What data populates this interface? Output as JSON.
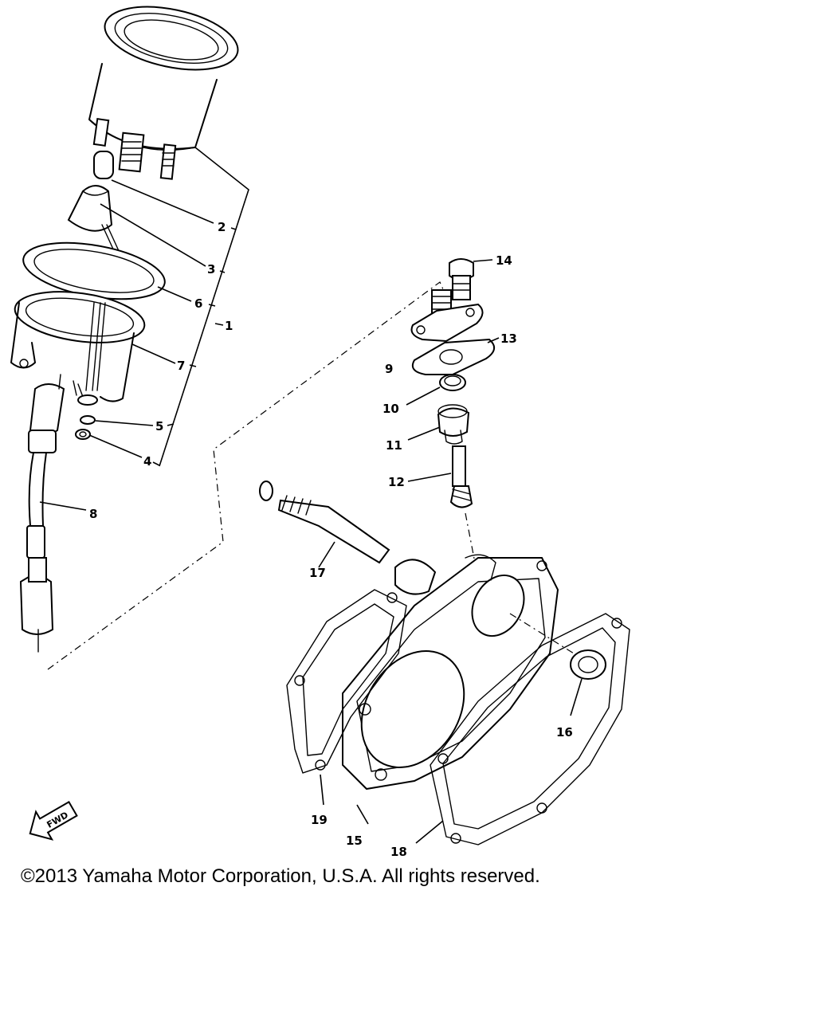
{
  "callouts": [
    {
      "id": "1",
      "label": "1"
    },
    {
      "id": "2",
      "label": "2"
    },
    {
      "id": "3",
      "label": "3"
    },
    {
      "id": "4",
      "label": "4"
    },
    {
      "id": "5",
      "label": "5"
    },
    {
      "id": "6",
      "label": "6"
    },
    {
      "id": "7",
      "label": "7"
    },
    {
      "id": "8",
      "label": "8"
    },
    {
      "id": "9",
      "label": "9"
    },
    {
      "id": "10",
      "label": "10"
    },
    {
      "id": "11",
      "label": "11"
    },
    {
      "id": "12",
      "label": "12"
    },
    {
      "id": "13",
      "label": "13"
    },
    {
      "id": "14",
      "label": "14"
    },
    {
      "id": "15",
      "label": "15"
    },
    {
      "id": "16",
      "label": "16"
    },
    {
      "id": "17",
      "label": "17"
    },
    {
      "id": "18",
      "label": "18"
    },
    {
      "id": "19",
      "label": "19"
    }
  ],
  "fwd_badge": "FWD",
  "copyright": "©2013 Yamaha Motor Corporation, U.S.A. All rights reserved."
}
